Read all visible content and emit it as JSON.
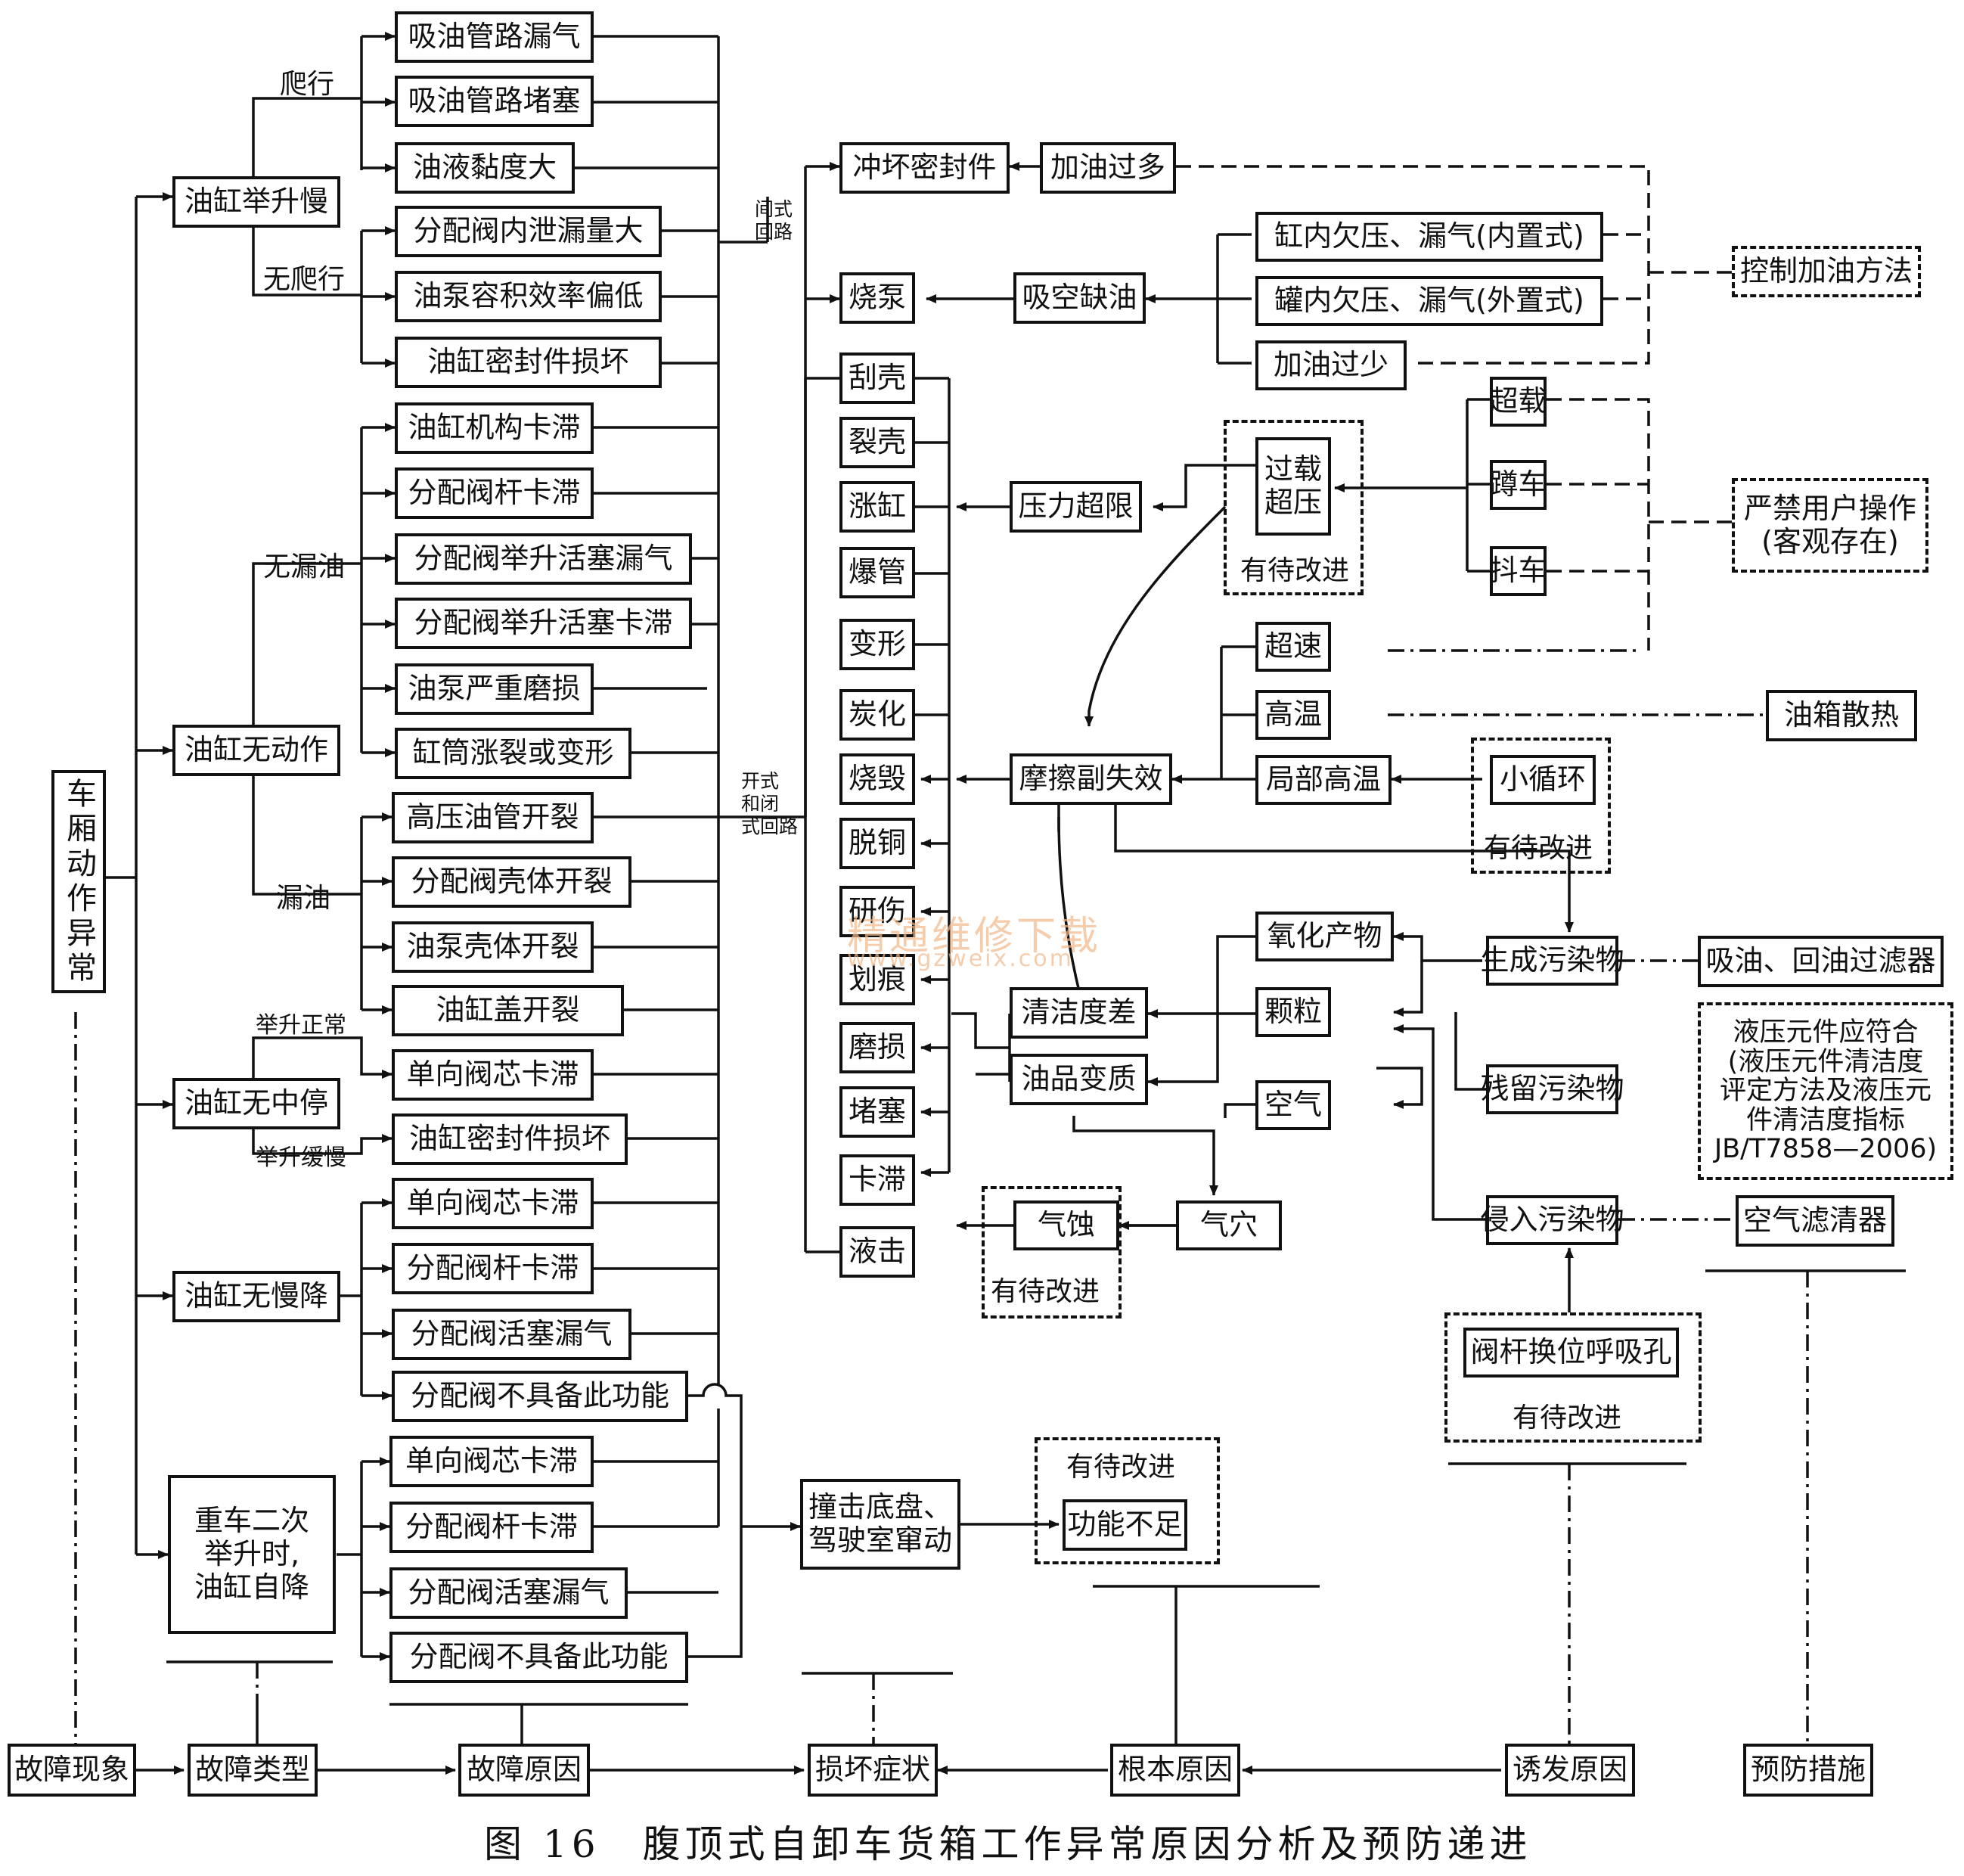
{
  "boxes": {
    "chexiang": "车厢动作异常",
    "g1": "油缸举升慢",
    "g2": "油缸无动作",
    "g3": "油缸无中停",
    "g4": "油缸无慢降",
    "g5": "重车二次\n举升时,\n油缸自降",
    "c1": "吸油管路漏气",
    "c2": "吸油管路堵塞",
    "c3": "油液黏度大",
    "c4": "分配阀内泄漏量大",
    "c5": "油泵容积效率偏低",
    "c6": "油缸密封件损坏",
    "c7": "油缸机构卡滞",
    "c8": "分配阀杆卡滞",
    "c9": "分配阀举升活塞漏气",
    "c10": "分配阀举升活塞卡滞",
    "c11": "油泵严重磨损",
    "c12": "缸筒涨裂或变形",
    "c13": "高压油管开裂",
    "c14": "分配阀壳体开裂",
    "c15": "油泵壳体开裂",
    "c16": "油缸盖开裂",
    "c17": "单向阀芯卡滞",
    "c18": "油缸密封件损坏",
    "c19": "单向阀芯卡滞",
    "c20": "分配阀杆卡滞",
    "c21": "分配阀活塞漏气",
    "c22": "分配阀不具备此功能",
    "c23": "单向阀芯卡滞",
    "c24": "分配阀杆卡滞",
    "c25": "分配阀活塞漏气",
    "c26": "分配阀不具备此功能",
    "d1": "冲坏密封件",
    "d2": "烧泵",
    "d3": "刮壳",
    "d4": "裂壳",
    "d5": "涨缸",
    "d6": "爆管",
    "d7": "变形",
    "d8": "炭化",
    "d9": "烧毁",
    "d10": "脱铜",
    "d11": "研伤",
    "d12": "划痕",
    "d13": "磨损",
    "d14": "堵塞",
    "d15": "卡滞",
    "d16": "液击",
    "d17": "撞击底盘、\n驾驶室窜动",
    "r1": "加油过多",
    "r2": "吸空缺油",
    "r3": "压力超限",
    "r4": "摩擦副失效",
    "r5": "清洁度差",
    "r6": "油品变质",
    "r7": "气蚀",
    "r8": "气穴",
    "r9": "功能不足",
    "i1": "缸内欠压、漏气(内置式)",
    "i2": "罐内欠压、漏气(外置式)",
    "i3": "加油过少",
    "i4": "过载\n超压",
    "i5": "超载",
    "i6": "蹲车",
    "i7": "抖车",
    "i8": "超速",
    "i9": "高温",
    "i10": "局部高温",
    "i11": "小循环",
    "i12": "氧化产物",
    "i13": "颗粒",
    "i14": "空气",
    "i15": "生成污染物",
    "i16": "残留污染物",
    "i17": "侵入污染物",
    "i18": "阀杆换位呼吸孔",
    "p1": "控制加油方法",
    "p2": "严禁用户操作\n(客观存在)",
    "p3": "油箱散热",
    "p4": "吸油、回油过滤器",
    "p5": "液压元件应符合\n(液压元件清洁度\n评定方法及液压元\n件清洁度指标\nJB/T7858—2006)",
    "p6": "空气滤清器"
  },
  "labels": {
    "paxing": "爬行",
    "wupaxing": "无爬行",
    "wuloyou": "无漏油",
    "louyou": "漏油",
    "jushengzhengchang": "举升正常",
    "jushenghuanman": "举升缓慢",
    "jianshi": "间式\n回路",
    "kaishi": "开式\n和闭\n式回路",
    "daigai1": "有待改进",
    "daigai2": "有待改进",
    "daigai3": "有待改进",
    "daigai4": "有待改进",
    "daigai5": "有待改进"
  },
  "bottom": [
    "故障现象",
    "故障类型",
    "故障原因",
    "损坏症状",
    "根本原因",
    "诱发原因",
    "预防措施"
  ],
  "caption": "图 16　腹顶式自卸车货箱工作异常原因分析及预防递进",
  "watermark": {
    "main": "精通维修下载",
    "url": "www.gzweix.com"
  }
}
